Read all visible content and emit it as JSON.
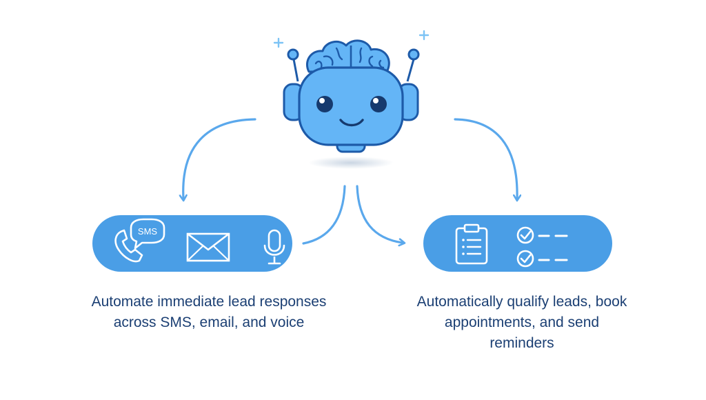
{
  "channels": {
    "sms_badge": "SMS",
    "icons": [
      "phone-icon",
      "sms-bubble-icon",
      "email-icon",
      "microphone-icon"
    ]
  },
  "tasks": {
    "icons": [
      "clipboard-icon",
      "checklist-icon"
    ]
  },
  "captions": {
    "left_lines": [
      "Automate immediate lead responses",
      "across SMS, email, and voice"
    ],
    "right_lines": [
      "Automatically qualify leads, book",
      "appointments, and send",
      "reminders"
    ]
  },
  "colors": {
    "pill": "#4a9ee6",
    "arrow": "#5aa8ec",
    "robot_fill": "#64b5f6",
    "robot_outline": "#1d5aa8",
    "text": "#1b3f73",
    "sparkle": "#7cc3f5"
  }
}
